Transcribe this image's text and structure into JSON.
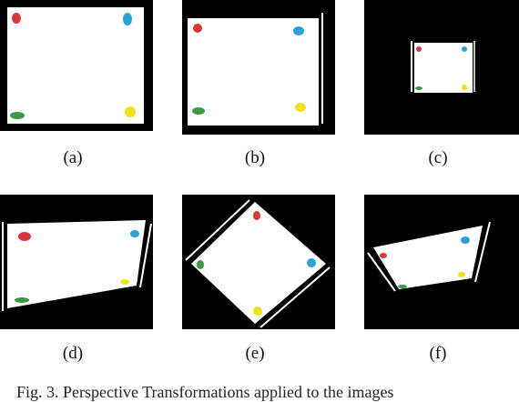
{
  "figure": {
    "panels": [
      {
        "id": "a",
        "label": "(a)"
      },
      {
        "id": "b",
        "label": "(b)"
      },
      {
        "id": "c",
        "label": "(c)"
      },
      {
        "id": "d",
        "label": "(d)"
      },
      {
        "id": "e",
        "label": "(e)"
      },
      {
        "id": "f",
        "label": "(f)"
      }
    ],
    "caption": "Fig. 3.   Perspective Transformations applied to the images"
  },
  "colors": {
    "background": "#000000",
    "sheet": "#ffffff",
    "red": "#d9363a",
    "blue": "#2aa3db",
    "green": "#3a9a46",
    "yellow": "#f2e21a"
  }
}
